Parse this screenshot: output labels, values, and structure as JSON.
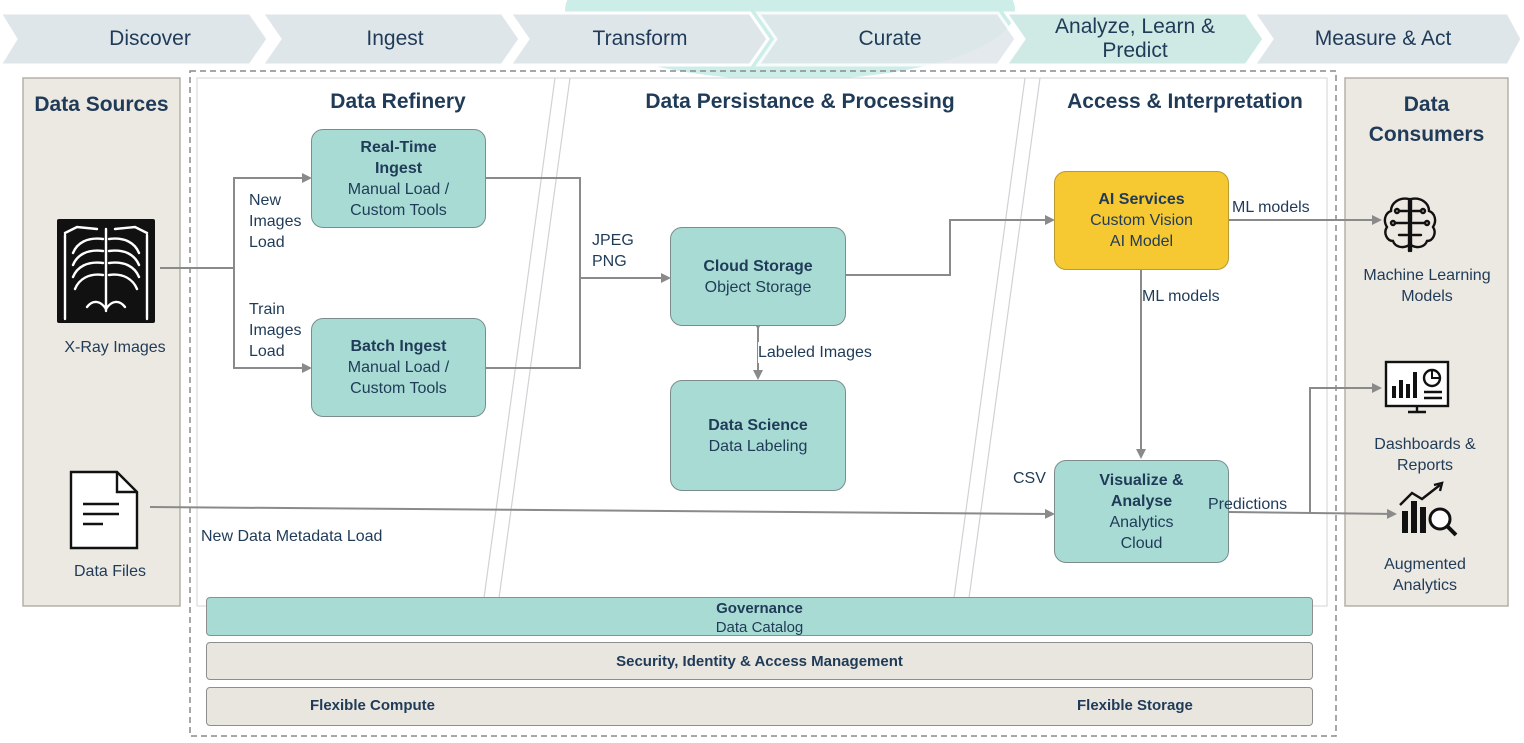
{
  "chevrons": [
    "Discover",
    "Ingest",
    "Transform",
    "Curate",
    "Analyze, Learn & Predict",
    "Measure & Act"
  ],
  "sources": {
    "title": "Data Sources",
    "xray_label": "X-Ray Images",
    "files_label": "Data Files"
  },
  "consumers": {
    "title": "Data Consumers",
    "ml_label": "Machine Learning Models",
    "dash_label": "Dashboards & Reports",
    "aug_label": "Augmented Analytics"
  },
  "sections": {
    "refinery": "Data Refinery",
    "persistence": "Data Persistance & Processing",
    "access": "Access & Interpretation"
  },
  "boxes": {
    "realtime": {
      "title": "Real-Time Ingest",
      "sub": "Manual Load / Custom Tools"
    },
    "batch": {
      "title": "Batch Ingest",
      "sub": "Manual Load / Custom Tools"
    },
    "cloud": {
      "title": "Cloud Storage",
      "sub": "Object Storage"
    },
    "science": {
      "title": "Data Science",
      "sub": "Data Labeling"
    },
    "ai": {
      "title": "AI Services",
      "sub": "Custom Vision AI Model"
    },
    "visualize": {
      "title": "Visualize & Analyse",
      "sub": "Analytics Cloud"
    }
  },
  "edges": {
    "new_images": "New Images Load",
    "train_images": "Train Images Load",
    "jpeg_png": "JPEG PNG",
    "labeled": "Labeled Images",
    "ml_models_right": "ML models",
    "ml_models_down": "ML models",
    "csv": "CSV",
    "predictions": "Predictions",
    "metadata": "New Data Metadata Load"
  },
  "bands": {
    "governance_title": "Governance",
    "governance_sub": "Data Catalog",
    "security": "Security, Identity & Access Management",
    "compute": "Flexible Compute",
    "storage": "Flexible Storage"
  },
  "colors": {
    "teal_box": "#a8dbd4",
    "gold_box": "#f6c831",
    "side_panel": "#ece8e2",
    "chevron": "#dfe6ea",
    "text": "#1f3b57",
    "arrow": "#8a8a8a"
  }
}
